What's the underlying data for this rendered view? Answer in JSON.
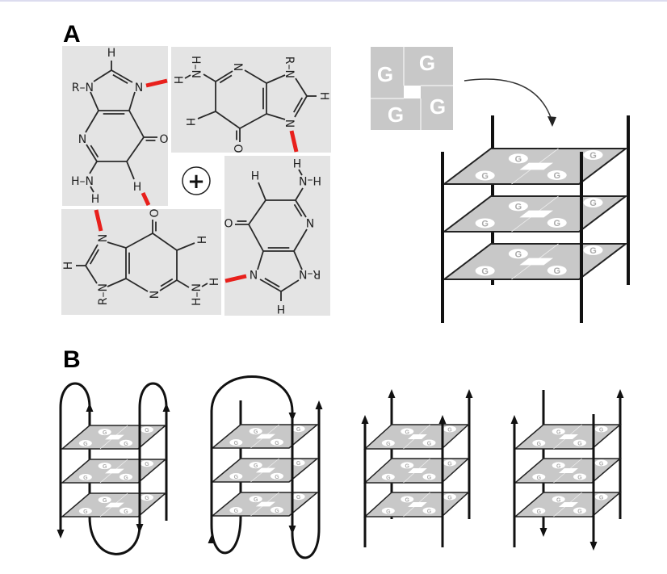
{
  "figure": {
    "panel_a_label": "A",
    "panel_b_label": "B",
    "cation_symbol": "+",
    "tetrad_base": "G"
  },
  "molecule": {
    "atoms": [
      "H",
      "N",
      "R–N",
      "N",
      "O",
      "H–N",
      "H",
      "H"
    ]
  },
  "colors": {
    "box": "#e4e4e4",
    "hbond": "#e8201c",
    "plate": "#c8c8c8",
    "strand": "#111111"
  }
}
